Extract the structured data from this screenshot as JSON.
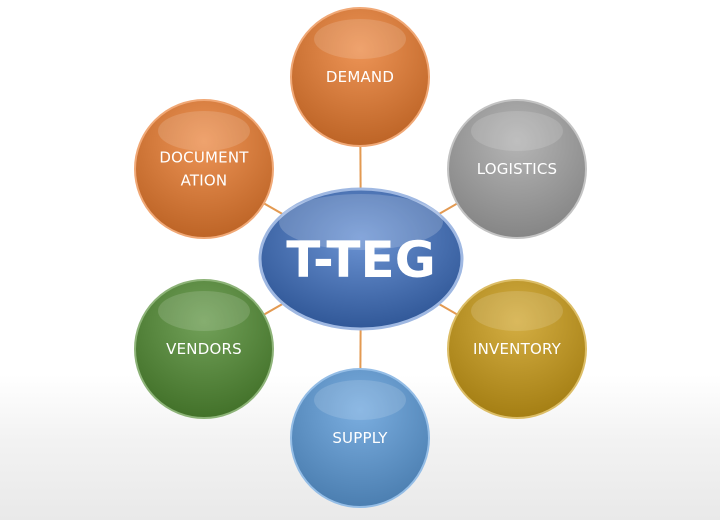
{
  "diagram": {
    "hub": {
      "label": "T-TEG",
      "color": "#3a6fc4"
    },
    "line_color": "#e39a52",
    "nodes": [
      {
        "id": "demand",
        "lines": [
          "DEMAND"
        ],
        "color": "#e8792c"
      },
      {
        "id": "logistics",
        "lines": [
          "LOGISTICS"
        ],
        "color": "#a3a3a3"
      },
      {
        "id": "inventory",
        "lines": [
          "INVENTORY"
        ],
        "color": "#c99a14"
      },
      {
        "id": "supply",
        "lines": [
          "SUPPLY"
        ],
        "color": "#5a9ad8"
      },
      {
        "id": "vendors",
        "lines": [
          "VENDORS"
        ],
        "color": "#4f8a30"
      },
      {
        "id": "documentation",
        "lines": [
          "DOCUMENT",
          "ATION"
        ],
        "color": "#e8792c"
      }
    ]
  }
}
